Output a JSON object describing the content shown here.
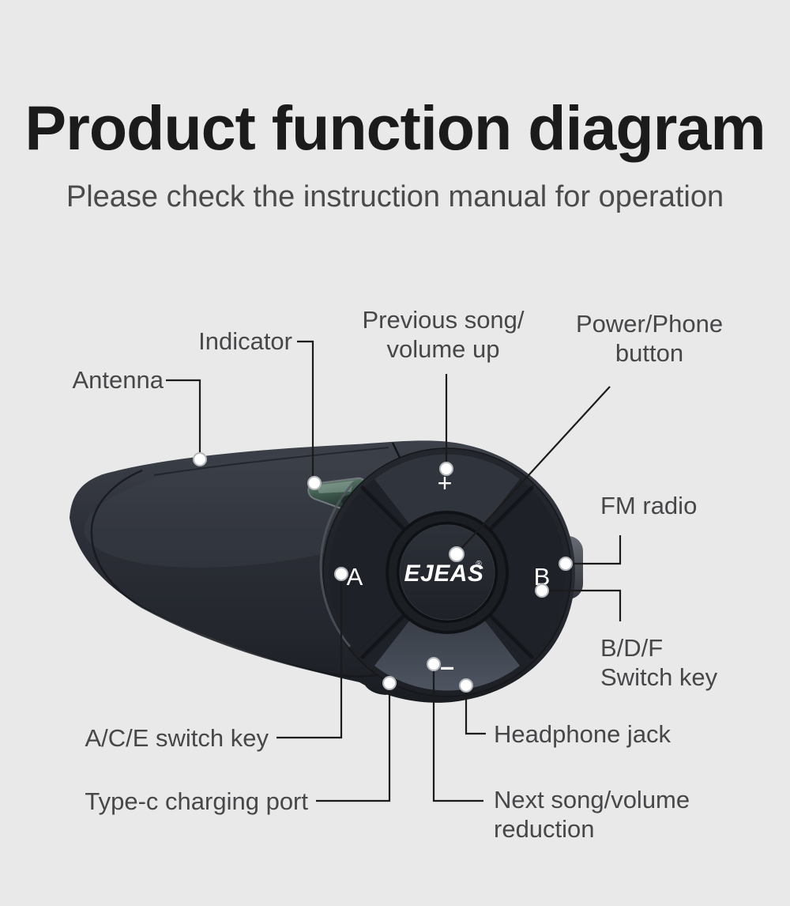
{
  "header": {
    "title": "Product function diagram",
    "subtitle": "Please check the instruction manual for operation"
  },
  "device": {
    "brand": "EJEAS",
    "brand_mark": "®",
    "keys": {
      "plus": "+",
      "minus": "–",
      "a": "A",
      "b": "B"
    }
  },
  "callouts": {
    "antenna": {
      "label": "Antenna"
    },
    "indicator": {
      "label": "Indicator"
    },
    "previous_song": {
      "line1": "Previous song/",
      "line2": "volume up"
    },
    "power_phone": {
      "line1": "Power/Phone",
      "line2": "button"
    },
    "fm_radio": {
      "label": "FM radio"
    },
    "bdf_switch": {
      "line1": "B/D/F",
      "line2": "Switch key"
    },
    "ace_switch": {
      "label": "A/C/E switch key"
    },
    "type_c": {
      "label": "Type-c charging port"
    },
    "headphone": {
      "label": "Headphone jack"
    },
    "next_song": {
      "line1": "Next song/volume",
      "line2": "reduction"
    }
  },
  "colors": {
    "background": "#e9e9e9",
    "callout_line": "#1b1b1b",
    "label_text": "#47474a",
    "indicator_glass": "#4d6b5f",
    "body_dark": "#23262d"
  }
}
